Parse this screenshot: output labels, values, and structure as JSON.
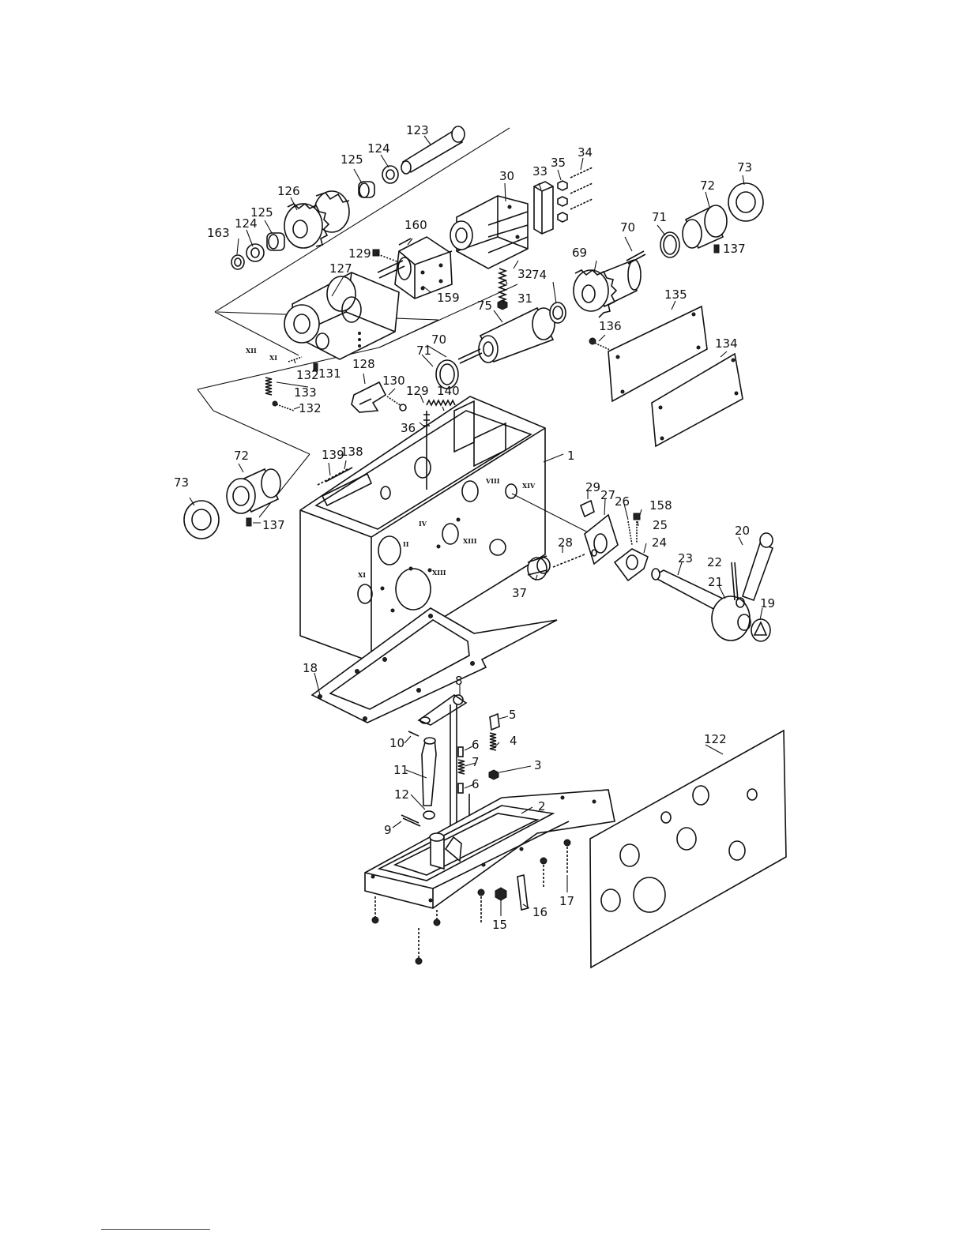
{
  "diagram": {
    "callouts": {
      "c1": "1",
      "c2": "2",
      "c3": "3",
      "c4": "4",
      "c5": "5",
      "c6a": "6",
      "c6b": "6",
      "c7": "7",
      "c8": "8",
      "c9": "9",
      "c10": "10",
      "c11": "11",
      "c12": "12",
      "c15": "15",
      "c16": "16",
      "c17": "17",
      "c18": "18",
      "c19": "19",
      "c20": "20",
      "c21": "21",
      "c22": "22",
      "c23": "23",
      "c24": "24",
      "c25": "25",
      "c26": "26",
      "c27": "27",
      "c28": "28",
      "c29": "29",
      "c30": "30",
      "c31": "31",
      "c32": "32",
      "c33": "33",
      "c34": "34",
      "c35": "35",
      "c36": "36",
      "c37": "37",
      "c69": "69",
      "c70a": "70",
      "c70b": "70",
      "c71a": "71",
      "c71b": "71",
      "c72a": "72",
      "c72b": "72",
      "c73a": "73",
      "c73b": "73",
      "c74": "74",
      "c75": "75",
      "c122": "122",
      "c123": "123",
      "c124a": "124",
      "c124b": "124",
      "c125a": "125",
      "c125b": "125",
      "c126": "126",
      "c127": "127",
      "c128": "128",
      "c129a": "129",
      "c129b": "129",
      "c130": "130",
      "c131": "131",
      "c132a": "132",
      "c132b": "132",
      "c133": "133",
      "c134": "134",
      "c135": "135",
      "c136": "136",
      "c137a": "137",
      "c137b": "137",
      "c138": "138",
      "c139": "139",
      "c140": "140",
      "c158": "158",
      "c159": "159",
      "c160": "160",
      "c163": "163"
    },
    "shaft_marks": {
      "r1": "XII",
      "r2": "XI",
      "r3": "VIII",
      "r4": "XIV",
      "r5": "IV",
      "r6": "II",
      "r7": "XIII",
      "r8": "XI",
      "r9": "XIII"
    }
  }
}
